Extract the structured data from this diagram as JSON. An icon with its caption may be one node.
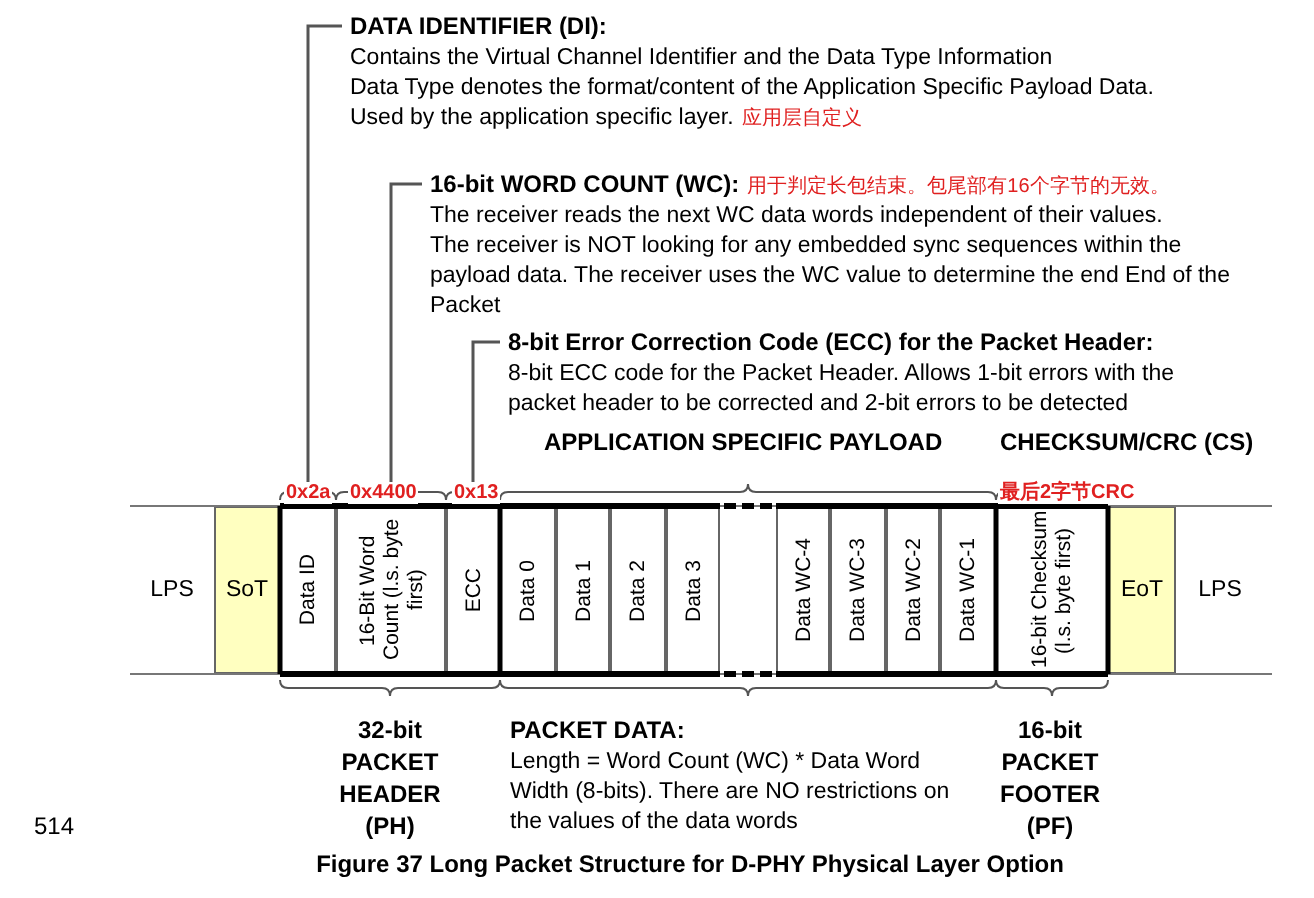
{
  "diagram": {
    "caption": "Figure 37 Long Packet Structure for D-PHY Physical Layer Option",
    "nodes": [
      {
        "text": [
          "DATA IDENTIFIER (DI):",
          "Contains the Virtual Channel Identifier and the Data Type Information",
          "Data Type denotes the format/content of the Application Specific Payload Data.",
          "Used by the application specific layer.",
          "应用层自定义"
        ]
      },
      {
        "text": [
          "16-bit WORD COUNT (WC):",
          "用于判定长包结束。包尾部有16个字节的无效。",
          "The receiver reads the next WC data words independent of their values.",
          "The receiver is NOT looking for any embedded sync sequences within the payload data. The receiver uses the WC value to determine the end End of the Packet"
        ]
      },
      {
        "text": [
          "8-bit Error Correction Code (ECC) for the Packet Header:",
          "8-bit ECC code for the Packet Header. Allows 1-bit errors with the packet header to be corrected and 2-bit errors to be detected"
        ]
      },
      {
        "text": [
          "LPS"
        ]
      },
      {
        "text": [
          "SoT"
        ]
      },
      {
        "text": [
          "Data ID"
        ]
      },
      {
        "text": [
          "16-Bit Word Count (l.s. byte first)"
        ]
      },
      {
        "text": [
          "ECC"
        ]
      },
      {
        "text": [
          "Data 0"
        ]
      },
      {
        "text": [
          "Data 1"
        ]
      },
      {
        "text": [
          "Data 2"
        ]
      },
      {
        "text": [
          "Data 3"
        ]
      },
      {
        "text": [
          "Data WC-4"
        ]
      },
      {
        "text": [
          "Data WC-3"
        ]
      },
      {
        "text": [
          "Data WC-2"
        ]
      },
      {
        "text": [
          "Data WC-1"
        ]
      },
      {
        "text": [
          "16-bit Checksum (l.s. byte first)"
        ]
      },
      {
        "text": [
          "EoT"
        ]
      },
      {
        "text": [
          "LPS"
        ]
      }
    ],
    "edges": [
      {
        "from": 0,
        "to": 5,
        "arrow": "none"
      },
      {
        "from": 1,
        "to": 6,
        "arrow": "none"
      },
      {
        "from": 2,
        "to": 7,
        "arrow": "none"
      }
    ],
    "labels": [
      "APPLICATION SPECIFIC PAYLOAD",
      "CHECKSUM/CRC (CS)",
      "0x2a",
      "0x4400",
      "0x13",
      "最后2字节CRC",
      "32-bit PACKET HEADER (PH)",
      "PACKET DATA:",
      "Length = Word Count (WC) * Data Word Width (8-bits). There are NO restrictions on the values of the data words",
      "16-bit PACKET FOOTER (PF)",
      "514"
    ]
  }
}
